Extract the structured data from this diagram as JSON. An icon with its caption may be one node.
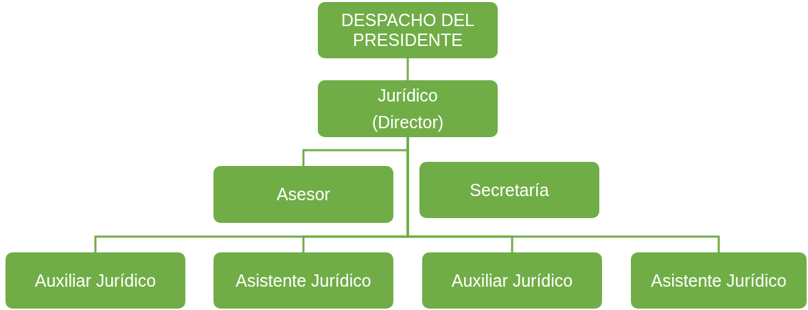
{
  "diagram": {
    "nodes": [
      {
        "text": [
          "DESPACHO DEL PRESIDENTE"
        ]
      },
      {
        "text": [
          "Jurídico",
          "(Director)"
        ]
      },
      {
        "text": [
          "Asesor"
        ]
      },
      {
        "text": [
          "Secretaría"
        ]
      },
      {
        "text": [
          "Auxiliar Jurídico"
        ]
      },
      {
        "text": [
          "Asistente Jurídico"
        ]
      },
      {
        "text": [
          "Auxiliar Jurídico"
        ]
      },
      {
        "text": [
          "Asistente Jurídico"
        ]
      }
    ],
    "edges": [
      {
        "from": 0,
        "to": 1,
        "arrow": "none"
      },
      {
        "from": 1,
        "to": 2,
        "arrow": "none"
      },
      {
        "from": 1,
        "to": 4,
        "arrow": "none"
      },
      {
        "from": 1,
        "to": 5,
        "arrow": "none"
      },
      {
        "from": 1,
        "to": 6,
        "arrow": "none"
      },
      {
        "from": 1,
        "to": 7,
        "arrow": "none"
      }
    ]
  }
}
